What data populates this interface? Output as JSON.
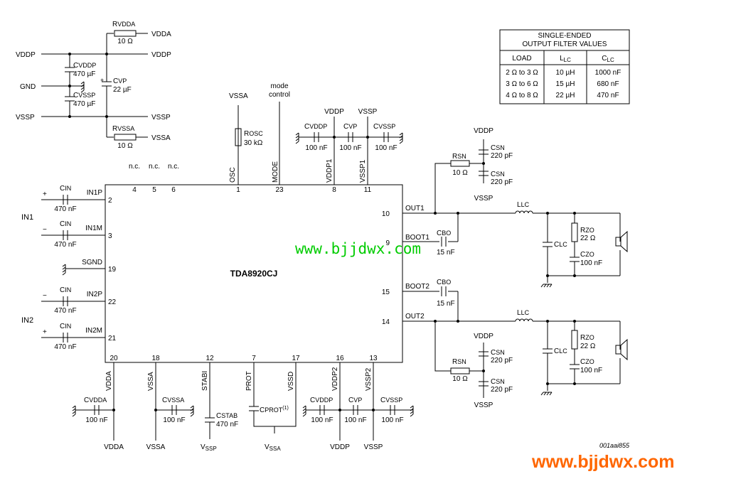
{
  "table": {
    "title1": "SINGLE-ENDED",
    "title2": "OUTPUT FILTER VALUES",
    "headers": [
      "LOAD",
      "L",
      "C"
    ],
    "header_subs": [
      "",
      "LC",
      "LC"
    ],
    "rows": [
      [
        "2 Ω to 3 Ω",
        "10 µH",
        "1000 nF"
      ],
      [
        "3 Ω to 6 Ω",
        "15 µH",
        "680 nF"
      ],
      [
        "4 Ω to 8 Ω",
        "22 µH",
        "470 nF"
      ]
    ]
  },
  "chip": {
    "name": "TDA8920CJ"
  },
  "pins": [
    {
      "num": "4",
      "name": "n.c."
    },
    {
      "num": "5",
      "name": "n.c."
    },
    {
      "num": "6",
      "name": "n.c."
    },
    {
      "num": "1",
      "name": "OSC"
    },
    {
      "num": "23",
      "name": "MODE"
    },
    {
      "num": "8",
      "name": "VDDP1"
    },
    {
      "num": "11",
      "name": "VSSP1"
    },
    {
      "num": "2",
      "name": "IN1P"
    },
    {
      "num": "3",
      "name": "IN1M"
    },
    {
      "num": "19",
      "name": "SGND"
    },
    {
      "num": "22",
      "name": "IN2P"
    },
    {
      "num": "21",
      "name": "IN2M"
    },
    {
      "num": "10",
      "name": "OUT1"
    },
    {
      "num": "9",
      "name": "BOOT1"
    },
    {
      "num": "15",
      "name": "BOOT2"
    },
    {
      "num": "14",
      "name": "OUT2"
    },
    {
      "num": "20",
      "name": "VDDA"
    },
    {
      "num": "18",
      "name": "VSSA"
    },
    {
      "num": "12",
      "name": "STABI"
    },
    {
      "num": "7",
      "name": "PROT"
    },
    {
      "num": "17",
      "name": "VSSD"
    },
    {
      "num": "16",
      "name": "VDDP2"
    },
    {
      "num": "13",
      "name": "VSSP2"
    }
  ],
  "rails": {
    "vdda": "VDDA",
    "vddp": "VDDP",
    "gnd": "GND",
    "vssp": "VSSP",
    "vssa": "VSSA",
    "vss_sub": "V",
    "vss_subsub": "SSA",
    "vssp_main": "V",
    "vssp_subsub": "SSP"
  },
  "inputs": {
    "in1": "IN1",
    "in2": "IN2",
    "plus": "+",
    "minus": "−"
  },
  "labels": {
    "mode_control_1": "mode",
    "mode_control_2": "control",
    "cprot_note": "(1)",
    "figure_id": "001aai855"
  },
  "components": [
    {
      "id": "rvdda",
      "sym": "R",
      "sub": "VDDA",
      "val": "10 Ω"
    },
    {
      "id": "cvddp_top",
      "sym": "C",
      "sub": "VDDP",
      "val": "470 µF"
    },
    {
      "id": "cvp_top",
      "sym": "C",
      "sub": "VP",
      "val": "22 µF"
    },
    {
      "id": "cvssp_top",
      "sym": "C",
      "sub": "VSSP",
      "val": "470 µF"
    },
    {
      "id": "rvssa",
      "sym": "R",
      "sub": "VSSA",
      "val": "10 Ω"
    },
    {
      "id": "rosc",
      "sym": "R",
      "sub": "OSC",
      "val": "30 kΩ"
    },
    {
      "id": "cvddp1",
      "sym": "C",
      "sub": "VDDP",
      "val": "100 nF"
    },
    {
      "id": "cvp1",
      "sym": "C",
      "sub": "VP",
      "val": "100 nF"
    },
    {
      "id": "cvssp1",
      "sym": "C",
      "sub": "VSSP",
      "val": "100 nF"
    },
    {
      "id": "cin1",
      "sym": "C",
      "sub": "IN",
      "val": "470 nF"
    },
    {
      "id": "cin2",
      "sym": "C",
      "sub": "IN",
      "val": "470 nF"
    },
    {
      "id": "cin3",
      "sym": "C",
      "sub": "IN",
      "val": "470 nF"
    },
    {
      "id": "cin4",
      "sym": "C",
      "sub": "IN",
      "val": "470 nF"
    },
    {
      "id": "rsn1",
      "sym": "R",
      "sub": "SN",
      "val": "10 Ω"
    },
    {
      "id": "csn1a",
      "sym": "C",
      "sub": "SN",
      "val": "220 pF"
    },
    {
      "id": "csn1b",
      "sym": "C",
      "sub": "SN",
      "val": "220 pF"
    },
    {
      "id": "cbo1",
      "sym": "C",
      "sub": "BO",
      "val": "15 nF"
    },
    {
      "id": "llc1",
      "sym": "L",
      "sub": "LC",
      "val": ""
    },
    {
      "id": "clc1",
      "sym": "C",
      "sub": "LC",
      "val": ""
    },
    {
      "id": "rzo1",
      "sym": "R",
      "sub": "ZO",
      "val": "22 Ω"
    },
    {
      "id": "czo1",
      "sym": "C",
      "sub": "ZO",
      "val": "100 nF"
    },
    {
      "id": "cbo2",
      "sym": "C",
      "sub": "BO",
      "val": "15 nF"
    },
    {
      "id": "llc2",
      "sym": "L",
      "sub": "LC",
      "val": ""
    },
    {
      "id": "clc2",
      "sym": "C",
      "sub": "LC",
      "val": ""
    },
    {
      "id": "rzo2",
      "sym": "R",
      "sub": "ZO",
      "val": "22 Ω"
    },
    {
      "id": "czo2",
      "sym": "C",
      "sub": "ZO",
      "val": "100 nF"
    },
    {
      "id": "rsn2",
      "sym": "R",
      "sub": "SN",
      "val": "10 Ω"
    },
    {
      "id": "csn2a",
      "sym": "C",
      "sub": "SN",
      "val": "220 pF"
    },
    {
      "id": "csn2b",
      "sym": "C",
      "sub": "SN",
      "val": "220 pF"
    },
    {
      "id": "cvdda",
      "sym": "C",
      "sub": "VDDA",
      "val": "100 nF"
    },
    {
      "id": "cvssa",
      "sym": "C",
      "sub": "VSSA",
      "val": "100 nF"
    },
    {
      "id": "cstab",
      "sym": "C",
      "sub": "STAB",
      "val": "470 nF"
    },
    {
      "id": "cprot",
      "sym": "C",
      "sub": "PROT",
      "val": ""
    },
    {
      "id": "cvddp2",
      "sym": "C",
      "sub": "VDDP",
      "val": "100 nF"
    },
    {
      "id": "cvp2",
      "sym": "C",
      "sub": "VP",
      "val": "100 nF"
    },
    {
      "id": "cvssp2",
      "sym": "C",
      "sub": "VSSP",
      "val": "100 nF"
    }
  ],
  "watermarks": {
    "center": "www.bjjdwx.com",
    "corner": "www.bjjdwx.com"
  }
}
